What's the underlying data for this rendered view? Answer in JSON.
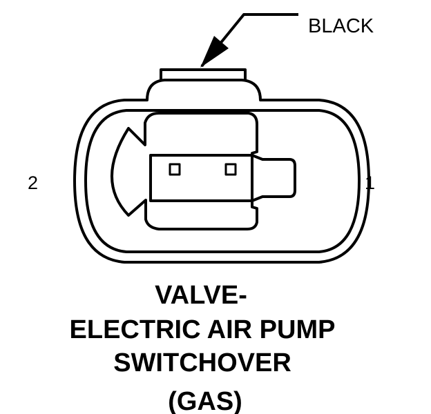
{
  "connector": {
    "color_label": "BLACK",
    "pin_left": "2",
    "pin_right": "1"
  },
  "caption": {
    "line1": "VALVE-",
    "line2": "ELECTRIC AIR PUMP",
    "line3": "SWITCHOVER",
    "line4": "(GAS)"
  },
  "colors": {
    "ink": "#000000",
    "background": "#ffffff"
  }
}
